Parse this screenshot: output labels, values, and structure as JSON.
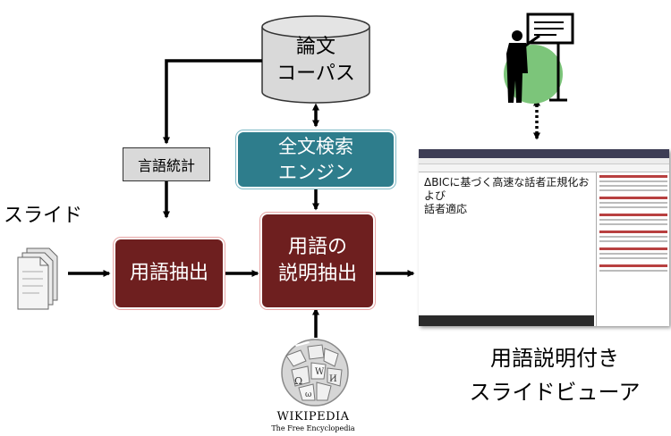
{
  "nodes": {
    "corpus": "論文\nコーパス",
    "lang_stats": "言語統計",
    "search_engine": "全文検索\nエンジン",
    "term_extract": "用語抽出",
    "term_explain": "用語の\n説明抽出",
    "slides": "スライド",
    "viewer_caption": "用語説明付き\nスライドビューア"
  },
  "wikipedia": {
    "title": "WIKIPEDIA",
    "subtitle": "The Free Encyclopedia"
  },
  "viewer": {
    "slide_title": "ΔBICに基づく高速な話者正規化および\n話者適応"
  },
  "colors": {
    "dark_box": "#6e1f1f",
    "teal_box": "#2e7d8c",
    "grey_box": "#d9d9d9",
    "presenter_circle": "#7cc57a"
  }
}
